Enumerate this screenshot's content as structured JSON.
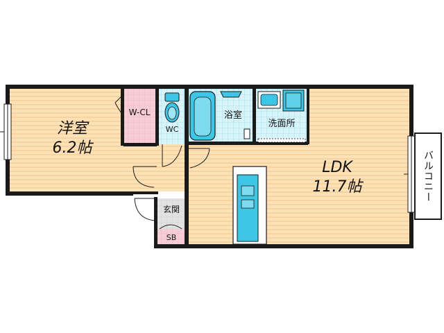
{
  "rooms": {
    "western_room": {
      "name": "洋室",
      "size": "6.2帖"
    },
    "ldk": {
      "name": "LDK",
      "size": "11.7帖"
    },
    "walk_in_closet": {
      "name": "W-CL"
    },
    "toilet": {
      "name": "WC"
    },
    "bathroom": {
      "name": "浴室"
    },
    "washroom": {
      "name": "洗面所"
    },
    "entrance": {
      "name": "玄関"
    },
    "shoe_box": {
      "name": "SB"
    },
    "balcony": {
      "name": "バルコニー"
    }
  },
  "colors": {
    "floor": "#fde2b8",
    "floor_stripe": "#f8d3a0",
    "wet_area": "#d8f4fa",
    "wet_tile": "#9fdcec",
    "fixture": "#3ec6e6",
    "closet": "#f7cdd8",
    "shoe_box": "#f7cdd8",
    "entrance": "#e2e2e2",
    "wall": "#1a1a1a"
  }
}
